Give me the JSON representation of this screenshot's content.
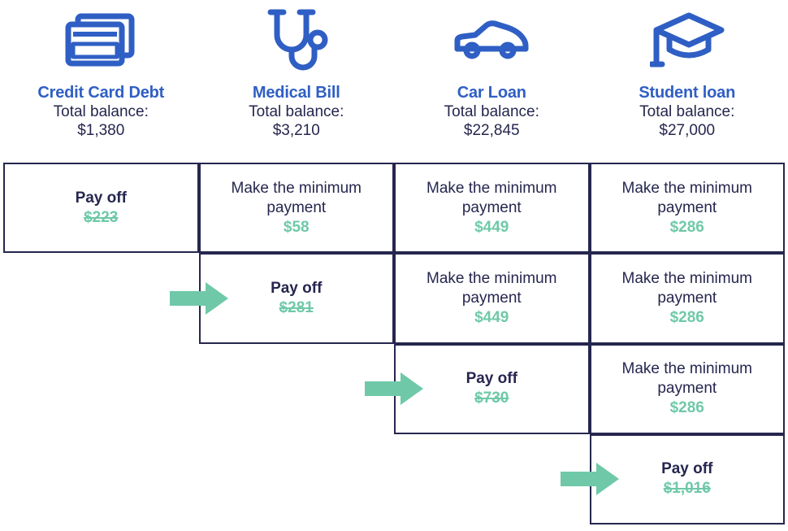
{
  "columns": [
    {
      "id": "credit-card-debt",
      "icon": "credit-card-icon",
      "name": "Credit Card Debt",
      "balance_label": "Total balance:",
      "balance_value": "$1,380"
    },
    {
      "id": "medical-bill",
      "icon": "stethoscope-icon",
      "name": "Medical Bill",
      "balance_label": "Total balance:",
      "balance_value": "$3,210"
    },
    {
      "id": "car-loan",
      "icon": "car-icon",
      "name": "Car Loan",
      "balance_label": "Total balance:",
      "balance_value": "$22,845"
    },
    {
      "id": "student-loan",
      "icon": "graduation-cap-icon",
      "name": "Student loan",
      "balance_label": "Total balance:",
      "balance_value": "$27,000"
    }
  ],
  "rows": [
    {
      "cells": [
        {
          "col": 0,
          "action": "Pay off",
          "amount": "$223",
          "type": "payoff",
          "struck": true,
          "arrow": false
        },
        {
          "col": 1,
          "action": "Make the minimum payment",
          "amount": "$58",
          "type": "minimum",
          "struck": false,
          "arrow": false
        },
        {
          "col": 2,
          "action": "Make the minimum payment",
          "amount": "$449",
          "type": "minimum",
          "struck": false,
          "arrow": false
        },
        {
          "col": 3,
          "action": "Make the minimum payment",
          "amount": "$286",
          "type": "minimum",
          "struck": false,
          "arrow": false
        }
      ]
    },
    {
      "cells": [
        {
          "col": 1,
          "action": "Pay off",
          "amount": "$281",
          "type": "payoff",
          "struck": true,
          "arrow": true
        },
        {
          "col": 2,
          "action": "Make the minimum payment",
          "amount": "$449",
          "type": "minimum",
          "struck": false,
          "arrow": false
        },
        {
          "col": 3,
          "action": "Make the minimum payment",
          "amount": "$286",
          "type": "minimum",
          "struck": false,
          "arrow": false
        }
      ]
    },
    {
      "cells": [
        {
          "col": 2,
          "action": "Pay off",
          "amount": "$730",
          "type": "payoff",
          "struck": true,
          "arrow": true
        },
        {
          "col": 3,
          "action": "Make the minimum payment",
          "amount": "$286",
          "type": "minimum",
          "struck": false,
          "arrow": false
        }
      ]
    },
    {
      "cells": [
        {
          "col": 3,
          "action": "Pay off",
          "amount": "$1,016",
          "type": "payoff",
          "struck": true,
          "arrow": true
        }
      ]
    }
  ],
  "colors": {
    "heading_blue": "#2F5FC4",
    "icon_blue": "#2F5FC4",
    "text_navy": "#26264F",
    "amount_green": "#6FC9A8",
    "arrow_green": "#6FC9A8",
    "border_navy": "#26264F",
    "background": "#FFFFFF"
  }
}
